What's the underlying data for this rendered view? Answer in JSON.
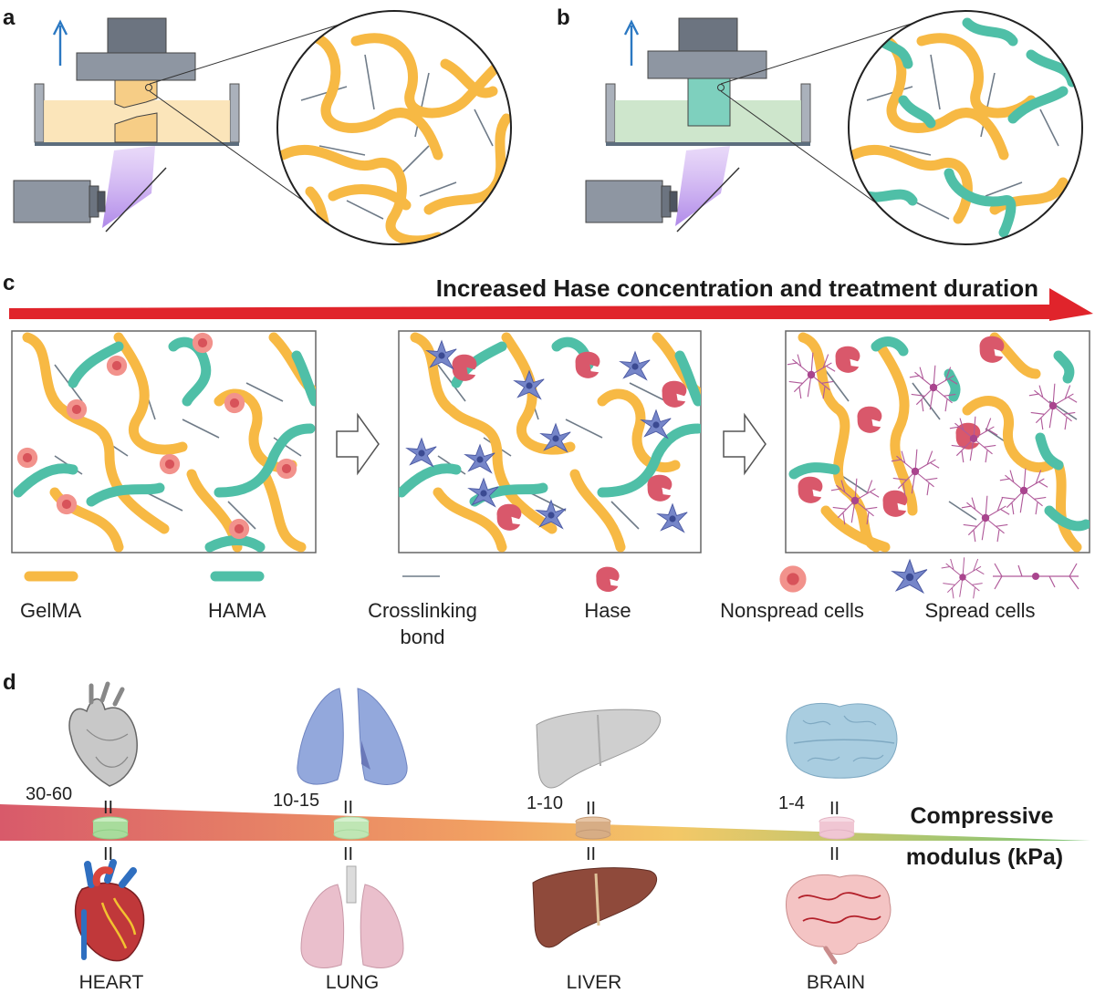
{
  "panels": {
    "a": "a",
    "b": "b",
    "c": "c",
    "d": "d"
  },
  "panel_c": {
    "title": "Increased Hase concentration and treatment duration"
  },
  "legend": {
    "gelma": "GelMA",
    "hama": "HAMA",
    "crosslink_line1": "Crosslinking",
    "crosslink_line2": "bond",
    "hase": "Hase",
    "nonspread": "Nonspread cells",
    "spread": "Spread cells"
  },
  "panel_d": {
    "axis_line1": "Compressive",
    "axis_line2": "modulus (kPa)",
    "organs": [
      {
        "name": "HEART",
        "range": "30-60"
      },
      {
        "name": "LUNG",
        "range": "10-15"
      },
      {
        "name": "LIVER",
        "range": "1-10"
      },
      {
        "name": "BRAIN",
        "range": "1-4"
      }
    ],
    "equals_symbol": "II"
  },
  "colors": {
    "gelma": "#f7b944",
    "hama": "#4fbfa7",
    "hase": "#d9586b",
    "nonspread_cell": "#f08a84",
    "spread_cell_blue": "#6f80c4",
    "spread_cell_pink": "#b05a9a",
    "arrow_red": "#e0242b",
    "uv_light": "#b18ce6"
  }
}
